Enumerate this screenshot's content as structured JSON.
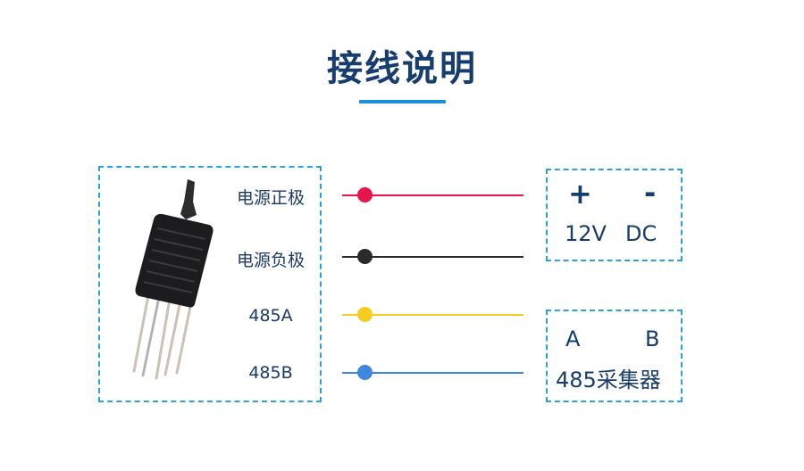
{
  "title": "接线说明",
  "accent_color": "#1a8fd8",
  "border_color": "#2aa3dc",
  "sensor": {
    "image": "soil-sensor-probe-icon",
    "wires": [
      {
        "label": "电源正极",
        "color": "#e8144e"
      },
      {
        "label": "电源负极",
        "color": "#2b2b2b"
      },
      {
        "label": "485A",
        "color": "#f5cc1f"
      },
      {
        "label": "485B",
        "color": "#3f86dd"
      }
    ]
  },
  "power_box": {
    "plus": "+",
    "minus": "-",
    "label_left": "12V",
    "label_right": "DC"
  },
  "rs485_box": {
    "a": "A",
    "b": "B",
    "label": "485采集器"
  }
}
